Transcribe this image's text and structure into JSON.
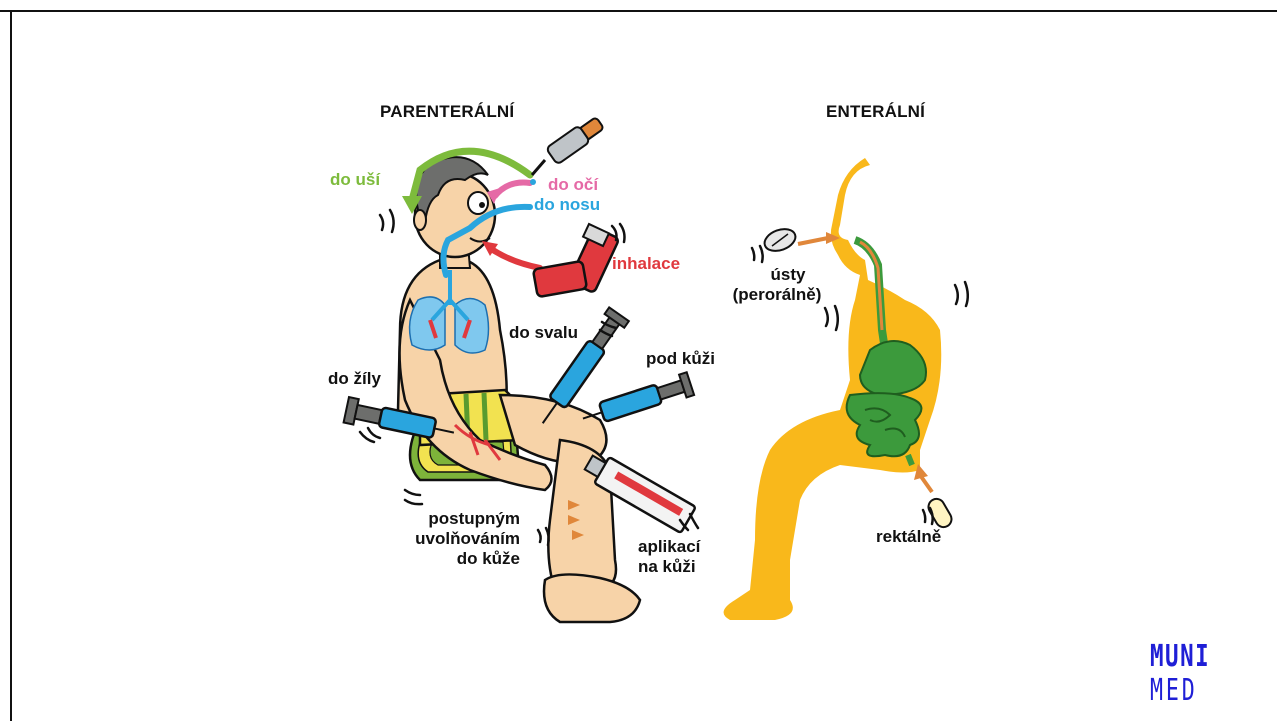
{
  "headings": {
    "parenteral": "PARENTERÁLNÍ",
    "enteral": "ENTERÁLNÍ"
  },
  "routes": {
    "ears": "do uší",
    "eyes": "do očí",
    "nose": "do nosu",
    "inhalation": "inhalace",
    "muscle": "do svalu",
    "under_skin": "pod kůži",
    "vein": "do žíly",
    "transdermal_line1": "postupným",
    "transdermal_line2": "uvolňováním",
    "transdermal_line3": "do kůže",
    "topical_line1": "aplikací",
    "topical_line2": "na kůži",
    "oral_line1": "ústy",
    "oral_line2": "(perorálně)",
    "rectal": "rektálně"
  },
  "logo": {
    "line1": "MUNI",
    "line2": "MED"
  },
  "colors": {
    "ears": "#7dbb3c",
    "eyes": "#e56aa6",
    "nose": "#2aa5de",
    "inhalation": "#e0393e",
    "skin": "#f7d3a8",
    "enteral_body": "#f9b81b",
    "gut": "#3c9a3c",
    "logo": "#1f1fd6"
  }
}
